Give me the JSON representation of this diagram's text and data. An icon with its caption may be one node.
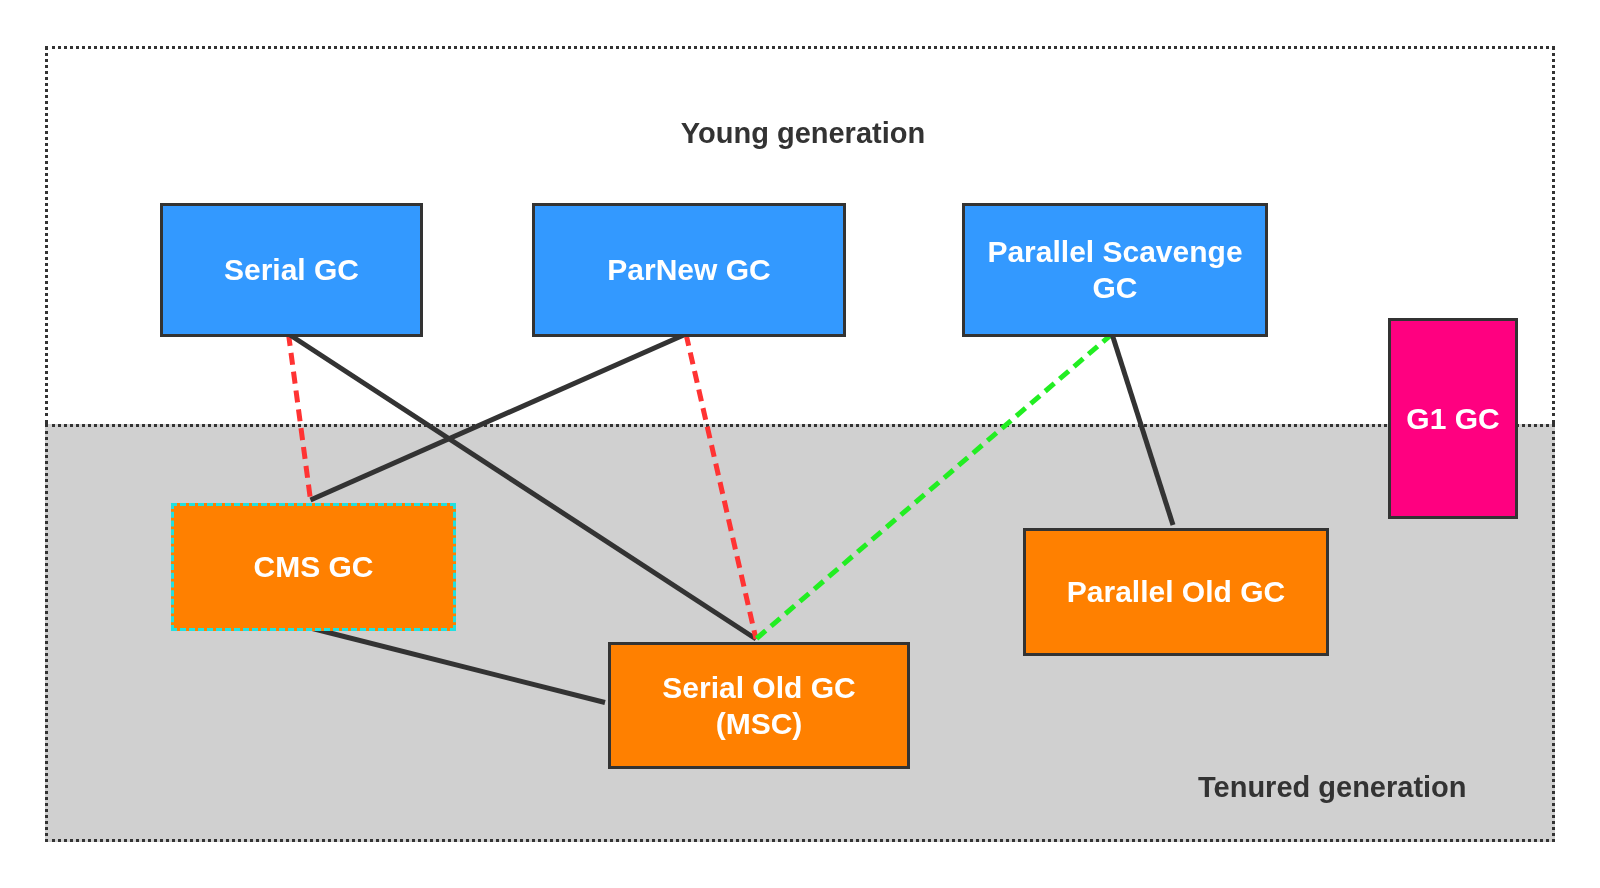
{
  "diagram": {
    "nodes": [
      {
        "text": [
          "Young generation"
        ]
      },
      {
        "text": [
          "Tenured generation"
        ]
      },
      {
        "text": [
          "Serial GC"
        ],
        "in": 0
      },
      {
        "text": [
          "ParNew GC"
        ],
        "in": 0
      },
      {
        "text": [
          "Parallel Scavenge GC"
        ],
        "in": 0
      },
      {
        "text": [
          "G1 GC"
        ]
      },
      {
        "text": [
          "CMS GC"
        ],
        "in": 1
      },
      {
        "text": [
          "Serial Old GC (MSC)"
        ],
        "in": 1
      },
      {
        "text": [
          "Parallel Old GC"
        ],
        "in": 1
      }
    ],
    "edges": [
      {
        "from": 2,
        "to": 6,
        "arrow": "none",
        "style": "dashed",
        "color": "#ff3333"
      },
      {
        "from": 2,
        "to": 7,
        "arrow": "none"
      },
      {
        "from": 3,
        "to": 6,
        "arrow": "none"
      },
      {
        "from": 3,
        "to": 7,
        "arrow": "none",
        "style": "dashed",
        "color": "#ff3333"
      },
      {
        "from": 4,
        "to": 7,
        "arrow": "none",
        "style": "dashed",
        "color": "#22ee22"
      },
      {
        "from": 4,
        "to": 8,
        "arrow": "none"
      },
      {
        "from": 6,
        "to": 7,
        "arrow": "none"
      }
    ]
  }
}
